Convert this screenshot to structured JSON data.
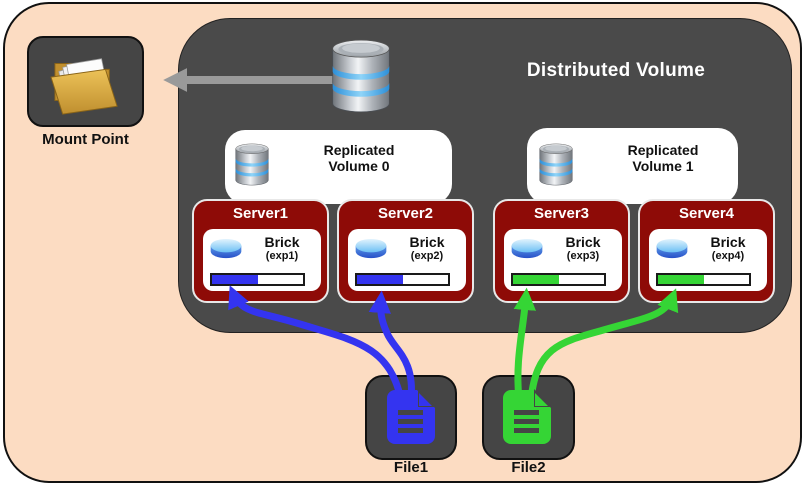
{
  "colors": {
    "panel_bg": "#fcdcc2",
    "box_gray": "#4a4a4a",
    "node_gray": "#454545",
    "server_red": "#8e0b07",
    "blue": "#3434f0",
    "green": "#35d535",
    "mount_arrow": "#9a9a9a"
  },
  "title": "Distributed Volume",
  "mount_point": {
    "label": "Mount Point"
  },
  "volumes": [
    {
      "label_line1": "Replicated",
      "label_line2": "Volume 0"
    },
    {
      "label_line1": "Replicated",
      "label_line2": "Volume 1"
    }
  ],
  "servers": [
    {
      "name": "Server1",
      "brick_label": "Brick",
      "export_label": "(exp1)",
      "bar_color": "#3434f0",
      "usage_percent": 50
    },
    {
      "name": "Server2",
      "brick_label": "Brick",
      "export_label": "(exp2)",
      "bar_color": "#3434f0",
      "usage_percent": 50
    },
    {
      "name": "Server3",
      "brick_label": "Brick",
      "export_label": "(exp3)",
      "bar_color": "#35d535",
      "usage_percent": 50
    },
    {
      "name": "Server4",
      "brick_label": "Brick",
      "export_label": "(exp4)",
      "bar_color": "#35d535",
      "usage_percent": 50
    }
  ],
  "files": [
    {
      "name": "File1",
      "color": "#3434f0"
    },
    {
      "name": "File2",
      "color": "#35d535"
    }
  ],
  "icons": {
    "mount": "folder-icon",
    "volume": "database-icon",
    "brick": "disk-icon",
    "file": "document-icon"
  }
}
